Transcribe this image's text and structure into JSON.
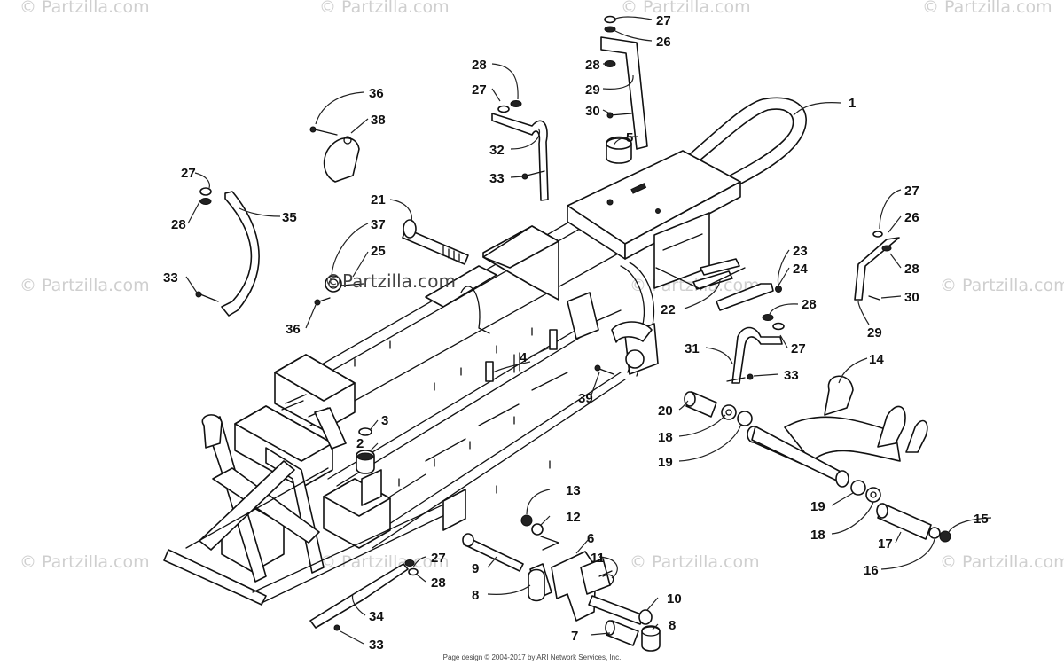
{
  "watermark": {
    "text": "© Partzilla.com",
    "center_text": "©Partzilla.com"
  },
  "callouts": [
    "1",
    "2",
    "3",
    "4",
    "5",
    "6",
    "7",
    "8",
    "9",
    "10",
    "11",
    "12",
    "13",
    "14",
    "15",
    "16",
    "17",
    "18",
    "19",
    "20",
    "21",
    "22",
    "23",
    "24",
    "25",
    "26",
    "27",
    "28",
    "29",
    "30",
    "31",
    "32",
    "33",
    "34",
    "35",
    "36",
    "37",
    "38",
    "39"
  ],
  "footer": "Page design © 2004-2017 by ARI Network Services, Inc."
}
